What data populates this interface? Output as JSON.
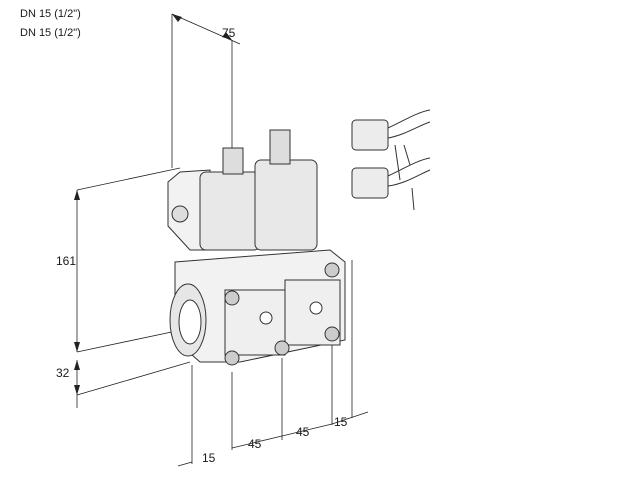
{
  "header": {
    "line1": "DN 15 (1/2\")",
    "line2": "DN 15 (1/2\")"
  },
  "dimensions": {
    "top_width": "75",
    "height": "161",
    "bottom_offset": "32",
    "front_left": "15",
    "spacing_1": "45",
    "spacing_2": "45",
    "front_right": "15"
  }
}
